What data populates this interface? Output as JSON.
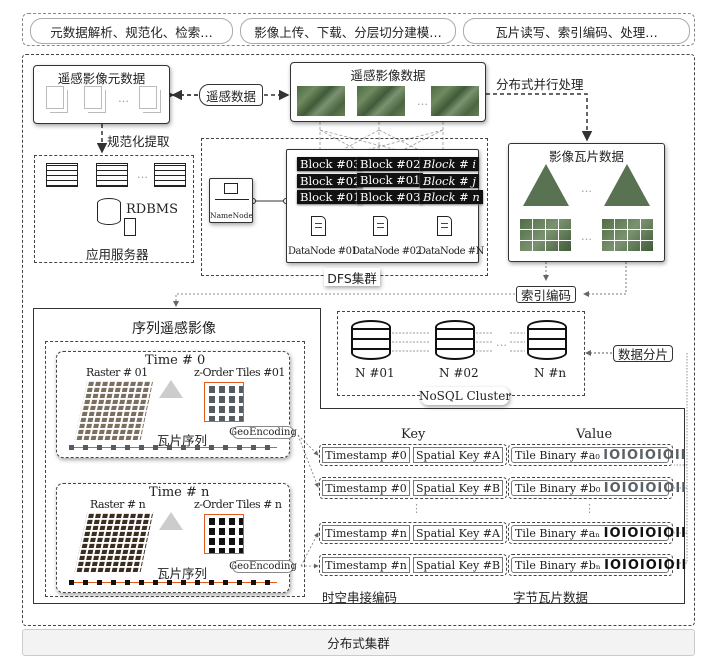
{
  "top_services": [
    "元数据解析、规范化、检索…",
    "影像上传、下载、分层切分建模…",
    "瓦片读写、索引编码、处理…"
  ],
  "metadata": {
    "title": "遥感影像元数据",
    "ellipsis": "…",
    "extract_label": "规范化提取"
  },
  "app_server": {
    "rdbms": "RDBMS",
    "label": "应用服务器",
    "ellipsis": "…"
  },
  "remote_data": {
    "label": "遥感数据"
  },
  "imagery": {
    "title": "遥感影像数据",
    "ellipsis": "…",
    "parallel_label": "分布式并行处理"
  },
  "dfs": {
    "namenode": "NameNode",
    "label": "DFS集群",
    "ellipsis": "…",
    "block_columns": [
      [
        "Block #03",
        "Block #02",
        "Block #01"
      ],
      [
        "Block #02",
        "Block #01",
        "Block #03"
      ],
      [
        "Block # i",
        "Block # j",
        "Block # n"
      ]
    ],
    "datanodes": [
      "DataNode #01",
      "DataNode #02",
      "DataNode #N"
    ]
  },
  "tiles": {
    "title": "影像瓦片数据",
    "ellipsis": "…",
    "index_label": "索引编码"
  },
  "nosql": {
    "nodes": [
      "N #01",
      "N #02",
      "N #n"
    ],
    "label": "NoSQL Cluster",
    "shard_label": "数据分片",
    "ellipsis": "…"
  },
  "series": {
    "title": "序列遥感影像",
    "panels": [
      {
        "time": "Time # 0",
        "raster": "Raster # 01",
        "zorder": "z-Order Tiles #01",
        "sequence": "瓦片序列",
        "geo": "GeoEncoding",
        "raster_color": "#7a6f60",
        "tile_color": "#555c61"
      },
      {
        "time": "Time # n",
        "raster": "Raster # n",
        "zorder": "z-Order Tiles # n",
        "sequence": "瓦片序列",
        "geo": "GeoEncoding",
        "raster_color": "#3b2e20",
        "tile_color": "#111111"
      }
    ]
  },
  "kv_table": {
    "key_header": "Key",
    "value_header": "Value",
    "rows": [
      {
        "ts": "Timestamp #0",
        "sk": "Spatial Key #A",
        "bin": "Tile Binary #a₀",
        "bits": "IOIOIOIOII",
        "color": "#5a6166"
      },
      {
        "ts": "Timestamp #0",
        "sk": "Spatial Key #B",
        "bin": "Tile Binary #b₀",
        "bits": "IOIOIOIOII",
        "color": "#5a6166"
      },
      {
        "ts": "Timestamp #n",
        "sk": "Spatial Key #A",
        "bin": "Tile Binary #aₙ",
        "bits": "IOIOIOIOII",
        "color": "#111111"
      },
      {
        "ts": "Timestamp #n",
        "sk": "Spatial Key #B",
        "bin": "Tile Binary #bₙ",
        "bits": "IOIOIOIOII",
        "color": "#111111"
      }
    ],
    "vdots": "⋮",
    "key_caption": "时空串接编码",
    "value_caption": "字节瓦片数据"
  },
  "footer": {
    "label": "分布式集群"
  }
}
